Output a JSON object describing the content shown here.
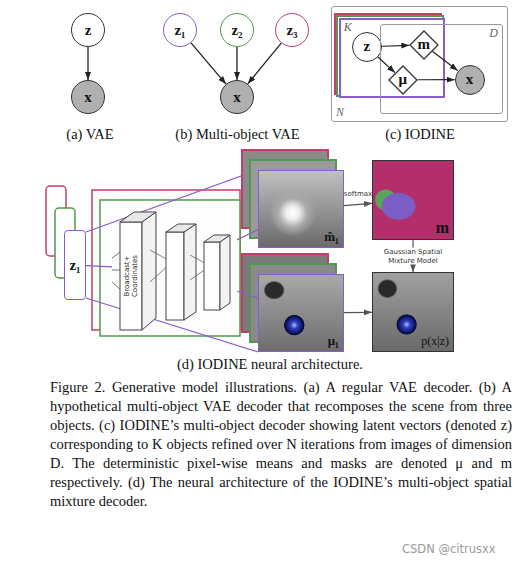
{
  "diagram": {
    "caption": "Figure 2. Generative model illustrations. (a) A regular VAE decoder. (b) A hypothetical multi-object VAE decoder that recomposes the scene from three objects. (c) IODINE’s multi-object decoder showing latent vectors (denoted z) corresponding to K objects refined over N iterations from images of dimension D. The deterministic pixel-wise means and masks are denoted μ and m respectively. (d) The neural architecture of the IODINE’s multi-object spatial mixture decoder.",
    "nodes": [
      {
        "text": [
          "z"
        ]
      },
      {
        "text": [
          "x"
        ]
      },
      {
        "text": [
          "z₁"
        ]
      },
      {
        "text": [
          "z₂"
        ]
      },
      {
        "text": [
          "z₃"
        ]
      },
      {
        "text": [
          "x"
        ]
      },
      {
        "text": [
          "N"
        ]
      },
      {
        "text": [
          "K"
        ],
        "in": 6
      },
      {
        "text": [
          "D"
        ],
        "in": 6
      },
      {
        "text": [
          "z"
        ],
        "in": 7
      },
      {
        "text": [
          "m"
        ],
        "in": 7
      },
      {
        "text": [
          "μ"
        ],
        "in": 7
      },
      {
        "text": [
          "x"
        ],
        "in": 8
      },
      {
        "text": [
          "z₁"
        ]
      },
      {
        "text": [
          "Broadcast+ Coordinates"
        ]
      },
      {
        "text": [
          "m̂₁"
        ]
      },
      {
        "text": [
          "μ₁"
        ]
      },
      {
        "text": [
          "m"
        ]
      },
      {
        "text": [
          "p(x|z)"
        ]
      }
    ],
    "edges": [
      {
        "from": 0,
        "to": 1,
        "arrow": "to"
      },
      {
        "from": 2,
        "to": 5,
        "arrow": "to"
      },
      {
        "from": 3,
        "to": 5,
        "arrow": "to"
      },
      {
        "from": 4,
        "to": 5,
        "arrow": "to"
      },
      {
        "from": 9,
        "to": 10,
        "arrow": "to"
      },
      {
        "from": 9,
        "to": 11,
        "arrow": "to"
      },
      {
        "from": 10,
        "to": 12,
        "arrow": "to"
      },
      {
        "from": 11,
        "to": 12,
        "arrow": "to"
      },
      {
        "from": 13,
        "to": 14,
        "arrow": "none"
      },
      {
        "from": 14,
        "to": 15,
        "arrow": "none"
      },
      {
        "from": 14,
        "to": 16,
        "arrow": "none"
      },
      {
        "from": 15,
        "to": 17,
        "arrow": "to",
        "label": "softmax"
      },
      {
        "from": 17,
        "to": 18,
        "arrow": "to",
        "label": "Gaussian Spatial Mixture Model"
      },
      {
        "from": 16,
        "to": 18,
        "arrow": "to"
      }
    ],
    "labels": [
      "(a) VAE",
      "(b) Multi-object VAE",
      "(c) IODINE",
      "(d) IODINE neural architecture.",
      "CSDN @citrusxx"
    ]
  }
}
